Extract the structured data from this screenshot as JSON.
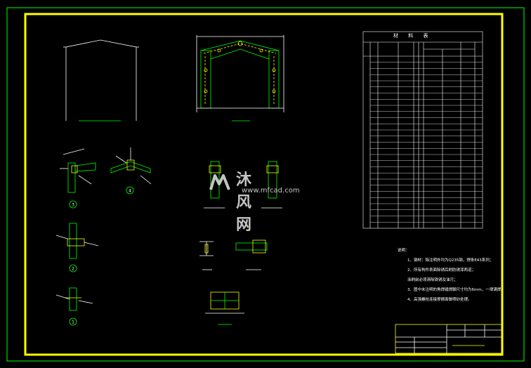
{
  "material_table": {
    "title": "材 料 表",
    "row_count": 28
  },
  "notes": {
    "heading": "说明：",
    "lines": [
      "1、钢材：除注明外均为Q235钢，焊条E43系列；",
      "2、所有构件表面除锈后刷防锈漆两道；",
      "   涂刷前必须清除铁锈及油污；",
      "3、图中未注明的角焊缝焊脚尺寸均为6mm，一律满焊；",
      "4、高强螺栓连接摩擦面做喷砂处理。"
    ]
  },
  "watermark": {
    "brand_cn": "沐风网",
    "url": "www.mfcad.com"
  },
  "detail_markers": [
    "3",
    "4",
    "2",
    "1"
  ],
  "colors": {
    "background": "#000000",
    "border_yellow": "#ffff00",
    "line_green": "#00ff00",
    "line_white": "#ffffff",
    "accent_cyan": "#00ffff"
  }
}
